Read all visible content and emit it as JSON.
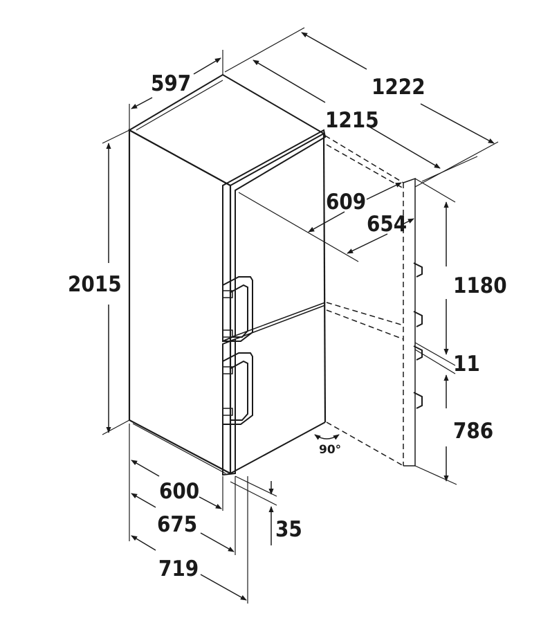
{
  "dimensions": {
    "width": "597",
    "depth_total_open": "1222",
    "depth_open_door": "1215",
    "height": "2015",
    "depth_609": "609",
    "depth_654": "654",
    "upper_door": "1180",
    "gap": "11",
    "lower_door": "786",
    "depth_600": "600",
    "depth_675": "675",
    "depth_719": "719",
    "handle_35": "35"
  },
  "angle": "90°",
  "colors": {
    "line": "#1a1a1a",
    "background": "#ffffff"
  }
}
